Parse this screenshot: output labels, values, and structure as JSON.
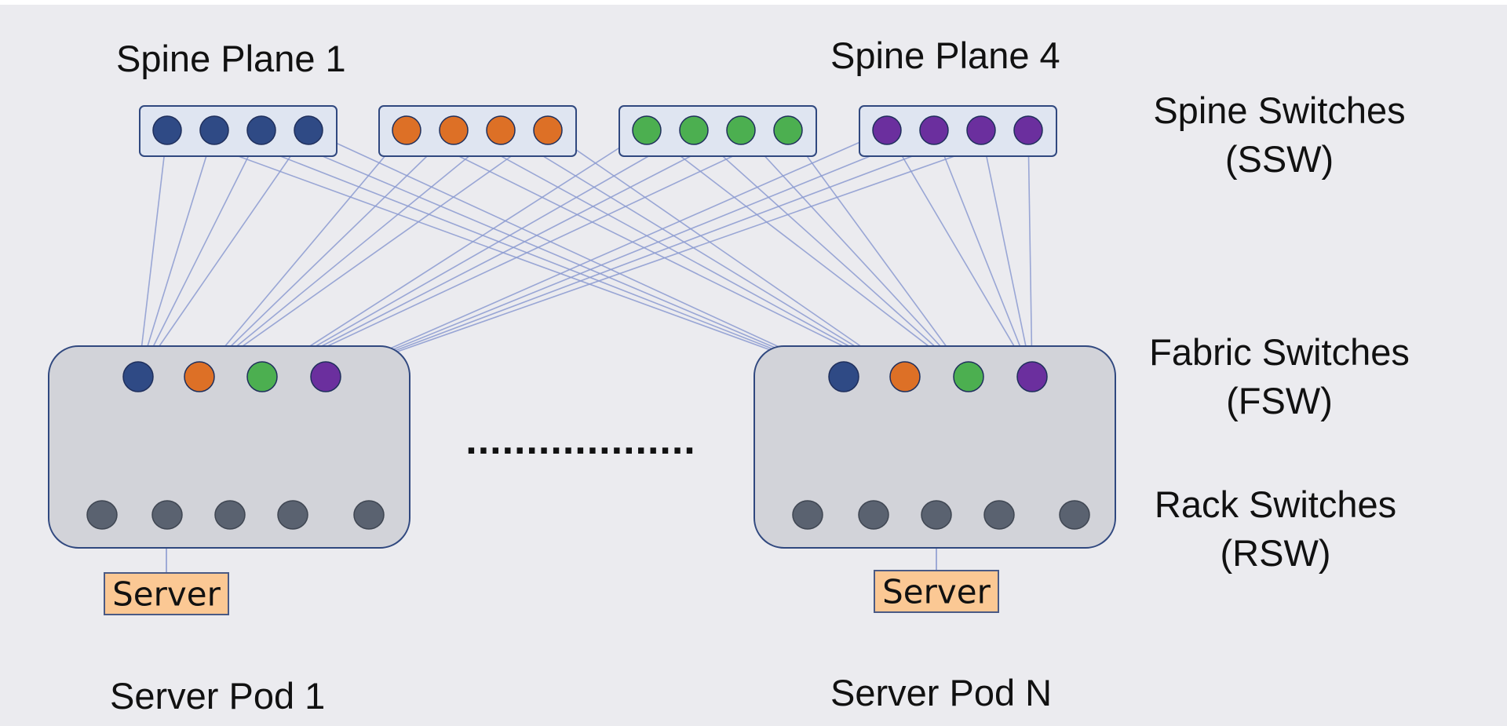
{
  "colors": {
    "background": "#ebebef",
    "link": "#8b9ad0",
    "spine_box_fill": "#dfe5f1",
    "spine_box_stroke": "#30487f",
    "pod_fill": "#d2d3d9",
    "pod_stroke": "#30487f",
    "rack_switch": "#5a6270",
    "server_fill": "#fbc894",
    "server_stroke": "#4a5a85",
    "plane_colors": [
      "#2f4a85",
      "#dd7026",
      "#4caf50",
      "#6b2f9e"
    ]
  },
  "spine_planes": [
    {
      "label": "Spine Plane 1",
      "color": "blue",
      "switch_count": 4
    },
    {
      "label": "",
      "color": "orange",
      "switch_count": 4
    },
    {
      "label": "",
      "color": "green",
      "switch_count": 4
    },
    {
      "label": "Spine Plane 4",
      "color": "purple",
      "switch_count": 4
    }
  ],
  "tier_labels": {
    "spine": {
      "line1": "Spine Switches",
      "line2": "(SSW)"
    },
    "fabric": {
      "line1": "Fabric Switches",
      "line2": "(FSW)"
    },
    "rack": {
      "line1": "Rack Switches",
      "line2": "(RSW)"
    }
  },
  "pods": [
    {
      "label": "Server Pod 1",
      "server_label": "Server",
      "fabric_switch_count": 4,
      "rack_switch_count": 5
    },
    {
      "label": "Server Pod N",
      "server_label": "Server",
      "fabric_switch_count": 4,
      "rack_switch_count": 5
    }
  ],
  "ellipsis": "..................."
}
